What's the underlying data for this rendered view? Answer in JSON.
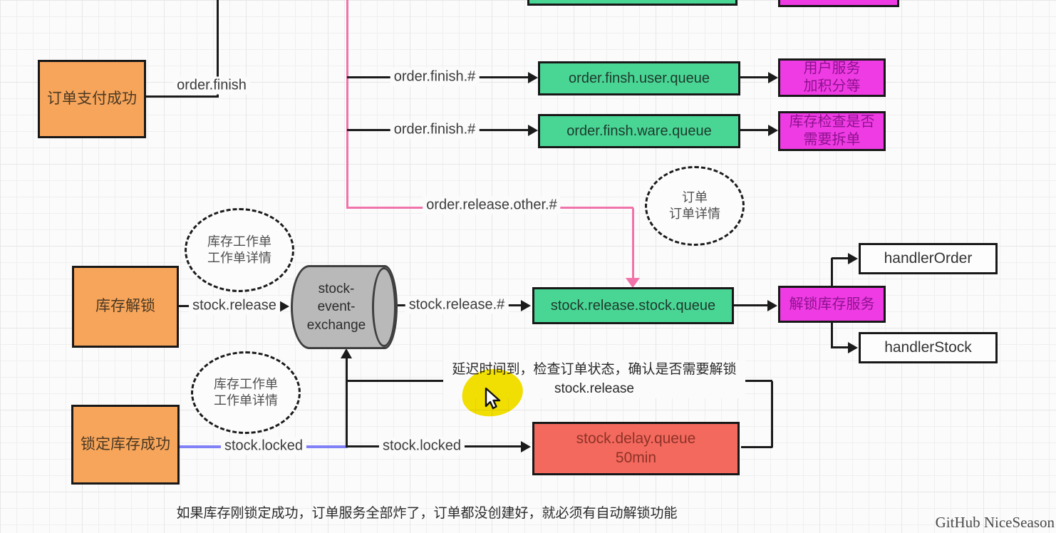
{
  "diagram": {
    "colors": {
      "orange_node": "#f7a55a",
      "green_queue": "#49d695",
      "magenta_service": "#ef3be4",
      "red_delay_queue": "#f4695d",
      "pink_edge": "#f173aa",
      "blue_edge": "#8181f7",
      "yellow_highlight": "#f5e203",
      "exchange_gray": "#b9b9b9"
    },
    "nodes": {
      "order_paid": "订单支付成功",
      "order_finish_user_queue": "order.finsh.user.queue",
      "order_finish_ware_queue": "order.finsh.ware.queue",
      "user_service": "用户服务\n加积分等",
      "ware_check_service": "库存检查是否\n需要拆单",
      "stock_unlock": "库存解锁",
      "exchange": "stock-\nevent-\nexchange",
      "stock_release_queue": "stock.release.stock.queue",
      "unlock_stock_service": "解锁库存服务",
      "handler_order": "handlerOrder",
      "handler_stock": "handlerStock",
      "lock_success": "锁定库存成功",
      "delay_queue": "stock.delay.queue\n50min",
      "order_detail_ellipse": "订单\n订单详情",
      "work_order_ellipse_top": "库存工作单\n工作单详情",
      "work_order_ellipse_bottom": "库存工作单\n工作单详情"
    },
    "edge_labels": {
      "order_finish": "order.finish",
      "order_finish_hash_1": "order.finish.#",
      "order_finish_hash_2": "order.finish.#",
      "order_release_other": "order.release.other.#",
      "stock_release_in": "stock.release",
      "stock_release_hash": "stock.release.#",
      "stock_locked_1": "stock.locked",
      "stock_locked_2": "stock.locked"
    },
    "annotations": {
      "delay_note_line1": "延迟时间到，检查订单状态，确认是否需要解锁",
      "delay_note_line2": "stock.release",
      "bottom_note": "如果库存刚锁定成功，订单服务全部炸了，订单都没创建好，就必须有自动解锁功能"
    },
    "icons": {
      "cursor": "mouse-pointer-arrow",
      "highlight": "yellow-highlighter-blob"
    },
    "watermark": "GitHub NiceSeason"
  }
}
